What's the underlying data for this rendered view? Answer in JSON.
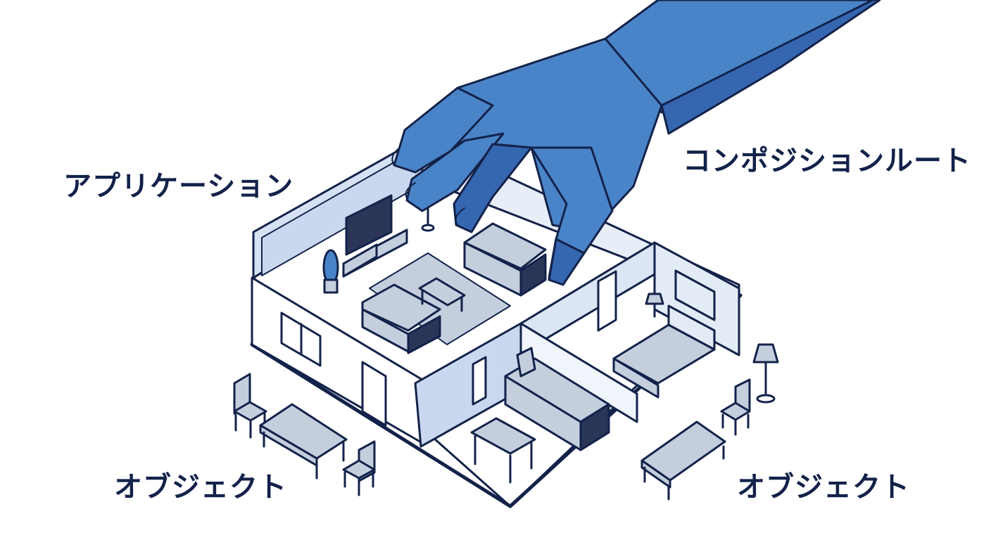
{
  "labels": {
    "application": "アプリケーション",
    "composition_root": "コンポジションルート",
    "objects_left": "オブジェクト",
    "objects_right": "オブジェクト"
  },
  "colors": {
    "outline": "#13224a",
    "hand_fill": "#4a84c8",
    "hand_shadow": "#3566b0",
    "wall_tint": "#c9d8ee",
    "floor": "#ffffff",
    "furniture": "#c4cedd",
    "dark_furniture": "#2a3558"
  },
  "icons": {
    "hand": "reaching-hand-icon",
    "house": "isometric-house-icon",
    "furniture": [
      "tv-icon",
      "sofa-icon",
      "table-icon",
      "bed-icon",
      "lamp-icon",
      "chair-icon",
      "plant-icon",
      "kitchen-icon"
    ]
  }
}
